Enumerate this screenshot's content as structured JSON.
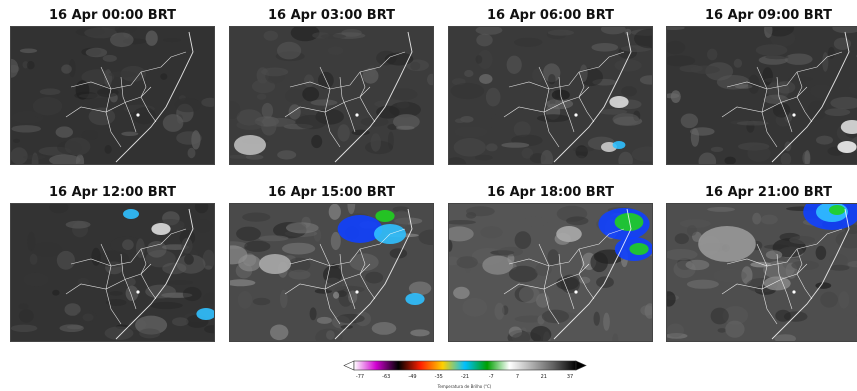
{
  "panels": [
    {
      "title": "16 Apr 00:00 BRT"
    },
    {
      "title": "16 Apr 03:00 BRT"
    },
    {
      "title": "16 Apr 06:00 BRT"
    },
    {
      "title": "16 Apr 09:00 BRT"
    },
    {
      "title": "16 Apr 12:00 BRT"
    },
    {
      "title": "16 Apr 15:00 BRT"
    },
    {
      "title": "16 Apr 18:00 BRT"
    },
    {
      "title": "16 Apr 21:00 BRT"
    }
  ],
  "colorbar": {
    "ticks": [
      "-77",
      "-63",
      "-49",
      "-35",
      "-21",
      "-7",
      "7",
      "21",
      "37"
    ],
    "label": "Temperatura de Brilho (°C)",
    "colors": [
      "#ffffff",
      "#d000d0",
      "#000000",
      "#ff2000",
      "#ffd000",
      "#00c0ff",
      "#00a000",
      "#ffffff",
      "#b0b0b0",
      "#606060",
      "#000000"
    ]
  },
  "map_colors": {
    "background_dark": "#2e2e2e",
    "background_light": "#8a8a8a",
    "border_lines": "#ffffff",
    "deep_convection_green": "#20d020",
    "convection_blue": "#1040ff",
    "convection_cyan": "#30c0ff"
  }
}
